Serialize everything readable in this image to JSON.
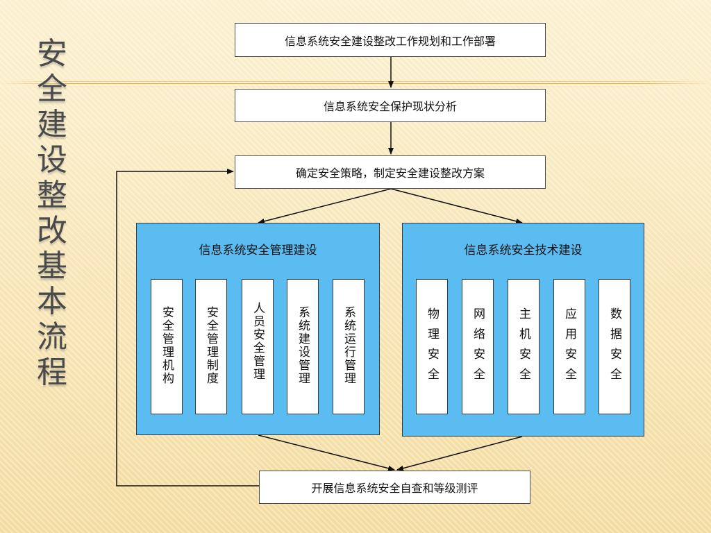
{
  "side_title": "安全建设整改基本流程",
  "boxes": {
    "step1": "信息系统安全建设整改工作规划和工作部署",
    "step2": "信息系统安全保护现状分析",
    "step3": "确定安全策略，制定安全建设整改方案",
    "step4": "开展信息系统安全自查和等级测评"
  },
  "management": {
    "title": "信息系统安全管理建设",
    "items": [
      "安全管理机构",
      "安全管理制度",
      "人员安全管理",
      "系统建设管理",
      "系统运行管理"
    ]
  },
  "technical": {
    "title": "信息系统安全技术建设",
    "items": [
      "物理安全",
      "网络安全",
      "主机安全",
      "应用安全",
      "数据安全"
    ]
  },
  "colors": {
    "group_fill": "#5bbcf2",
    "background": "#f6e3b0",
    "accent_line": "#e6a028"
  }
}
